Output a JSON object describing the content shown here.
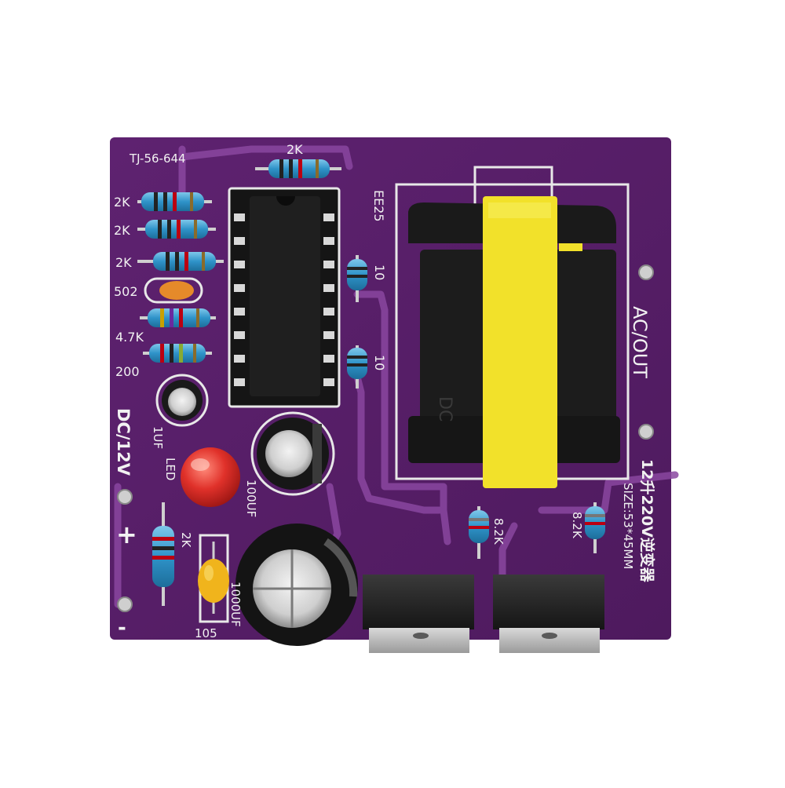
{
  "board": {
    "board_color": "#5a1f6a",
    "trace_color": "#8a47a0",
    "silkscreen_color": "#f2f2f2",
    "model": "TJ-56-644",
    "title_cn": "12升220V逆变器",
    "size": "SIZE:53*45MM",
    "ac_out": "AC/OUT",
    "dc_in": "DC/12V",
    "plus": "+",
    "minus": "-",
    "transformer_label": "EE25",
    "transformer_core_text": "DC"
  },
  "labels": {
    "r_top": "2K",
    "r_left_1": "2K",
    "r_left_2": "2K",
    "r_left_3": "2K",
    "pot": "502",
    "r_47k": "4.7K",
    "r_200": "200",
    "r_10_a": "10",
    "r_10_b": "10",
    "cap_1uf": "1UF",
    "led": "LED",
    "cap_100uf": "100UF",
    "cap_1000uf": "1000UF",
    "cap_105": "105",
    "r_2k_bottom": "2K",
    "r_82k_a": "8.2K",
    "r_82k_b": "8.2K"
  }
}
